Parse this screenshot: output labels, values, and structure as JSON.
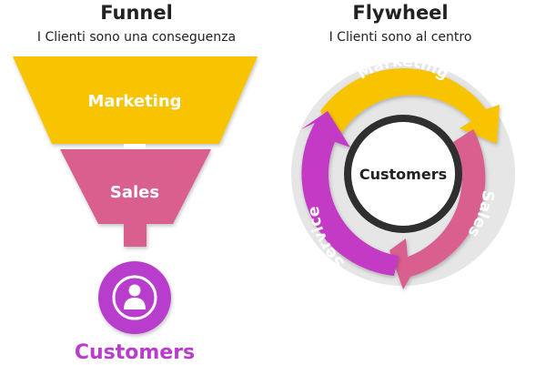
{
  "funnel": {
    "title": "Funnel",
    "subtitle": "I Clienti sono una conseguenza",
    "stage_top": "Marketing",
    "stage_middle": "Sales",
    "result_label": "Customers",
    "result_icon": "person-icon"
  },
  "flywheel": {
    "title": "Flywheel",
    "subtitle": "I Clienti sono al centro",
    "center_label": "Customers",
    "segments": [
      "Marketing",
      "Sales",
      "Service"
    ]
  },
  "colors": {
    "marketing": "#f8c300",
    "sales": "#d95e8e",
    "service": "#c33bc4",
    "customers_accent": "#b93ccc",
    "ring_dark": "#2f2f2f",
    "wheel_bg": "#e6e6e6"
  }
}
